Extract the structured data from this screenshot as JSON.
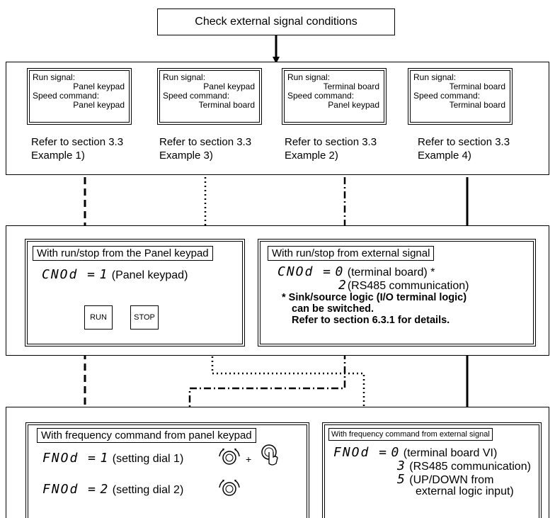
{
  "title": "Check external signal conditions",
  "cards": [
    {
      "run_label": "Run signal:",
      "run_value": "Panel keypad",
      "speed_label": "Speed command:",
      "speed_value": "Panel keypad",
      "ref": "Refer to section 3.3",
      "example": "Example 1)"
    },
    {
      "run_label": "Run signal:",
      "run_value": "Panel keypad",
      "speed_label": "Speed command:",
      "speed_value": "Terminal board",
      "ref": "Refer to section 3.3",
      "example": "Example 3)"
    },
    {
      "run_label": "Run signal:",
      "run_value": "Terminal board",
      "speed_label": "Speed command:",
      "speed_value": "Panel keypad",
      "ref": "Refer to section 3.3",
      "example": "Example 2)"
    },
    {
      "run_label": "Run signal:",
      "run_value": "Terminal board",
      "speed_label": "Speed command:",
      "speed_value": "Terminal board",
      "ref": "Refer to section 3.3",
      "example": "Example 4)"
    }
  ],
  "panel_keypad_run": {
    "header": "With run/stop from the Panel keypad",
    "param": "CNOd =",
    "value": "1",
    "desc": "(Panel keypad)",
    "run_button": "RUN",
    "stop_button": "STOP"
  },
  "external_run": {
    "header": "With run/stop from external signal",
    "param": "CNOd =",
    "value1": "0",
    "desc1": "(terminal board) *",
    "value2": "2",
    "desc2": "(RS485 communication)",
    "note1": "* Sink/source logic (I/O terminal logic)",
    "note2": "can be switched.",
    "note3": "Refer to section 6.3.1 for details."
  },
  "panel_freq": {
    "header": "With frequency command from panel keypad",
    "param": "FNOd =",
    "value1": "1",
    "desc1": "(setting dial 1)",
    "plus": "+",
    "value2": "2",
    "desc2": "(setting dial 2)"
  },
  "external_freq": {
    "header": "With frequency command from external signal",
    "param": "FNOd =",
    "value1": "0",
    "desc1": "(terminal board VI)",
    "value2": "3",
    "desc2": "(RS485 communication)",
    "value3": "5",
    "desc3a": "(UP/DOWN from",
    "desc3b": "external logic input)"
  }
}
